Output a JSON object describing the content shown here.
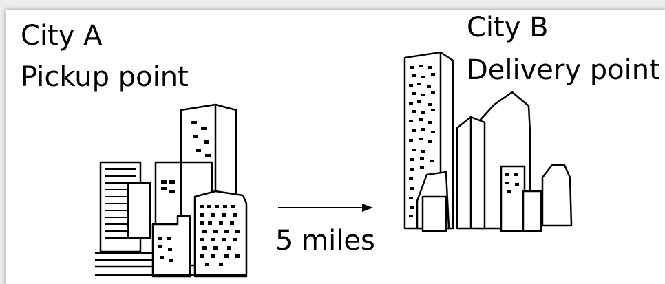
{
  "city_a": {
    "name": "City A",
    "role": "Pickup point"
  },
  "city_b": {
    "name": "City B",
    "role": "Delivery point"
  },
  "route": {
    "distance_label": "5 miles"
  },
  "icons": {
    "city_a_skyline": "city-skyline-icon",
    "city_b_skyline": "city-skyline-icon",
    "arrow": "arrow-right-icon"
  }
}
